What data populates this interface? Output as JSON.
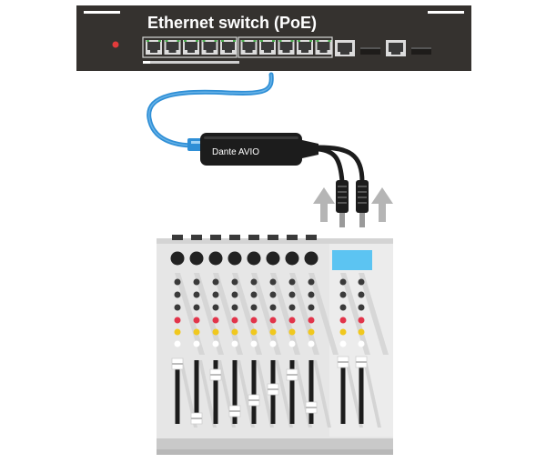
{
  "switch": {
    "title": "Ethernet switch (PoE)",
    "body_color": "#35322f",
    "poe_port_count": 10,
    "sfp_port_count": 2,
    "power_led_color": "#e23b3b"
  },
  "adapter": {
    "label": "Dante AVIO",
    "cable_color": "#2f8fd6"
  },
  "mixer": {
    "channel_strips": 8,
    "master_strips": 2,
    "display_color": "#5cc4f2",
    "red_knob_color": "#e2344a",
    "yellow_knob_color": "#f0c81e"
  },
  "arrows": {
    "count": 2,
    "direction": "up"
  }
}
